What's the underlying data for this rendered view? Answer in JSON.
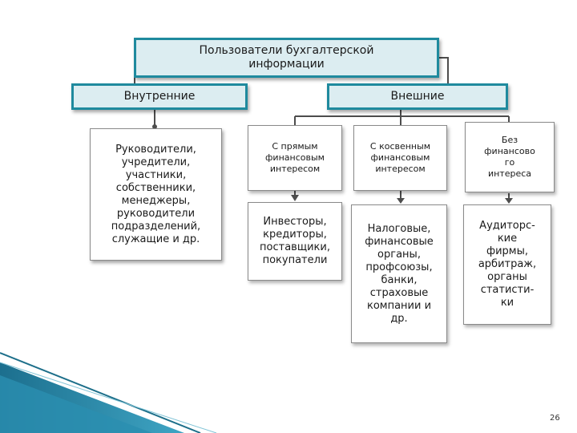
{
  "root": {
    "label": "Пользователи бухгалтерской\nинформации"
  },
  "internal": {
    "label": "Внутренние",
    "users": "Руководители,\nучредители,\nучастники,\nсобственники,\nменеджеры,\nруководители\nподразделений,\nслужащие и др."
  },
  "external": {
    "label": "Внешние",
    "groups": [
      {
        "label": "С прямым\nфинансовым\nинтересом",
        "users": "Инвесторы,\nкредиторы,\nпоставщики,\nпокупатели"
      },
      {
        "label": "С косвенным\nфинансовым\nинтересом",
        "users": "Налоговые,\nфинансовые\nорганы,\nпрофсоюзы,\nбанки,\nстраховые\nкомпании и\nдр."
      },
      {
        "label": "Без\nфинансово\nго\nинтереса",
        "users": "Аудиторс-\nкие\nфирмы,\nарбитраж,\nорганы\nстатисти-\nки"
      }
    ]
  },
  "page_number": "26",
  "colors": {
    "border": "#1f8a9e",
    "fill": "#dcedf1",
    "connector": "#4d4d4d",
    "corner_accent": "#2a8fb0"
  }
}
